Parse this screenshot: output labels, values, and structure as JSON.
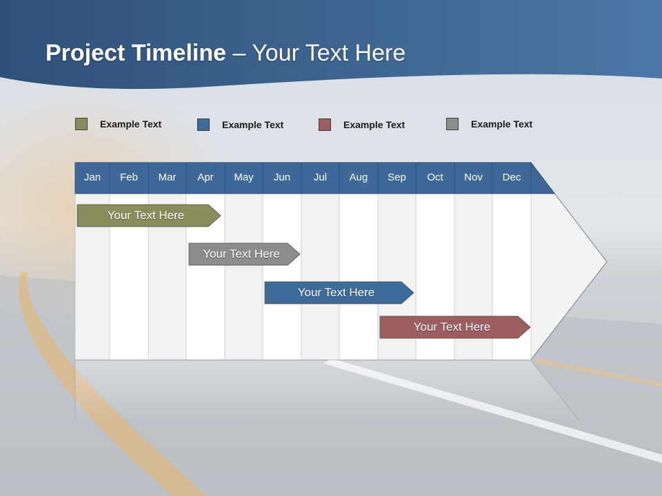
{
  "slide": {
    "title_bold": "Project Timeline",
    "title_rest": " – Your Text Here"
  },
  "legend": [
    {
      "label": "Example Text",
      "color": "#8a8c5c"
    },
    {
      "label": "Example Text",
      "color": "#3e6b99"
    },
    {
      "label": "Example Text",
      "color": "#9c5e5e"
    },
    {
      "label": "Example Text",
      "color": "#8c8c8c"
    }
  ],
  "timeline": {
    "header_color": "#3f6898",
    "months": [
      "Jan",
      "Feb",
      "Mar",
      "Apr",
      "May",
      "Jun",
      "Jul",
      "Aug",
      "Sep",
      "Oct",
      "Nov",
      "Dec"
    ],
    "tasks": [
      {
        "label": "Your  Text Here",
        "color": "#8a8c5c"
      },
      {
        "label": "Your  Text Here",
        "color": "#8c8c8c"
      },
      {
        "label": "Your  Text Here",
        "color": "#3e6b99"
      },
      {
        "label": "Your  Text Here",
        "color": "#9c5e5e"
      }
    ]
  }
}
